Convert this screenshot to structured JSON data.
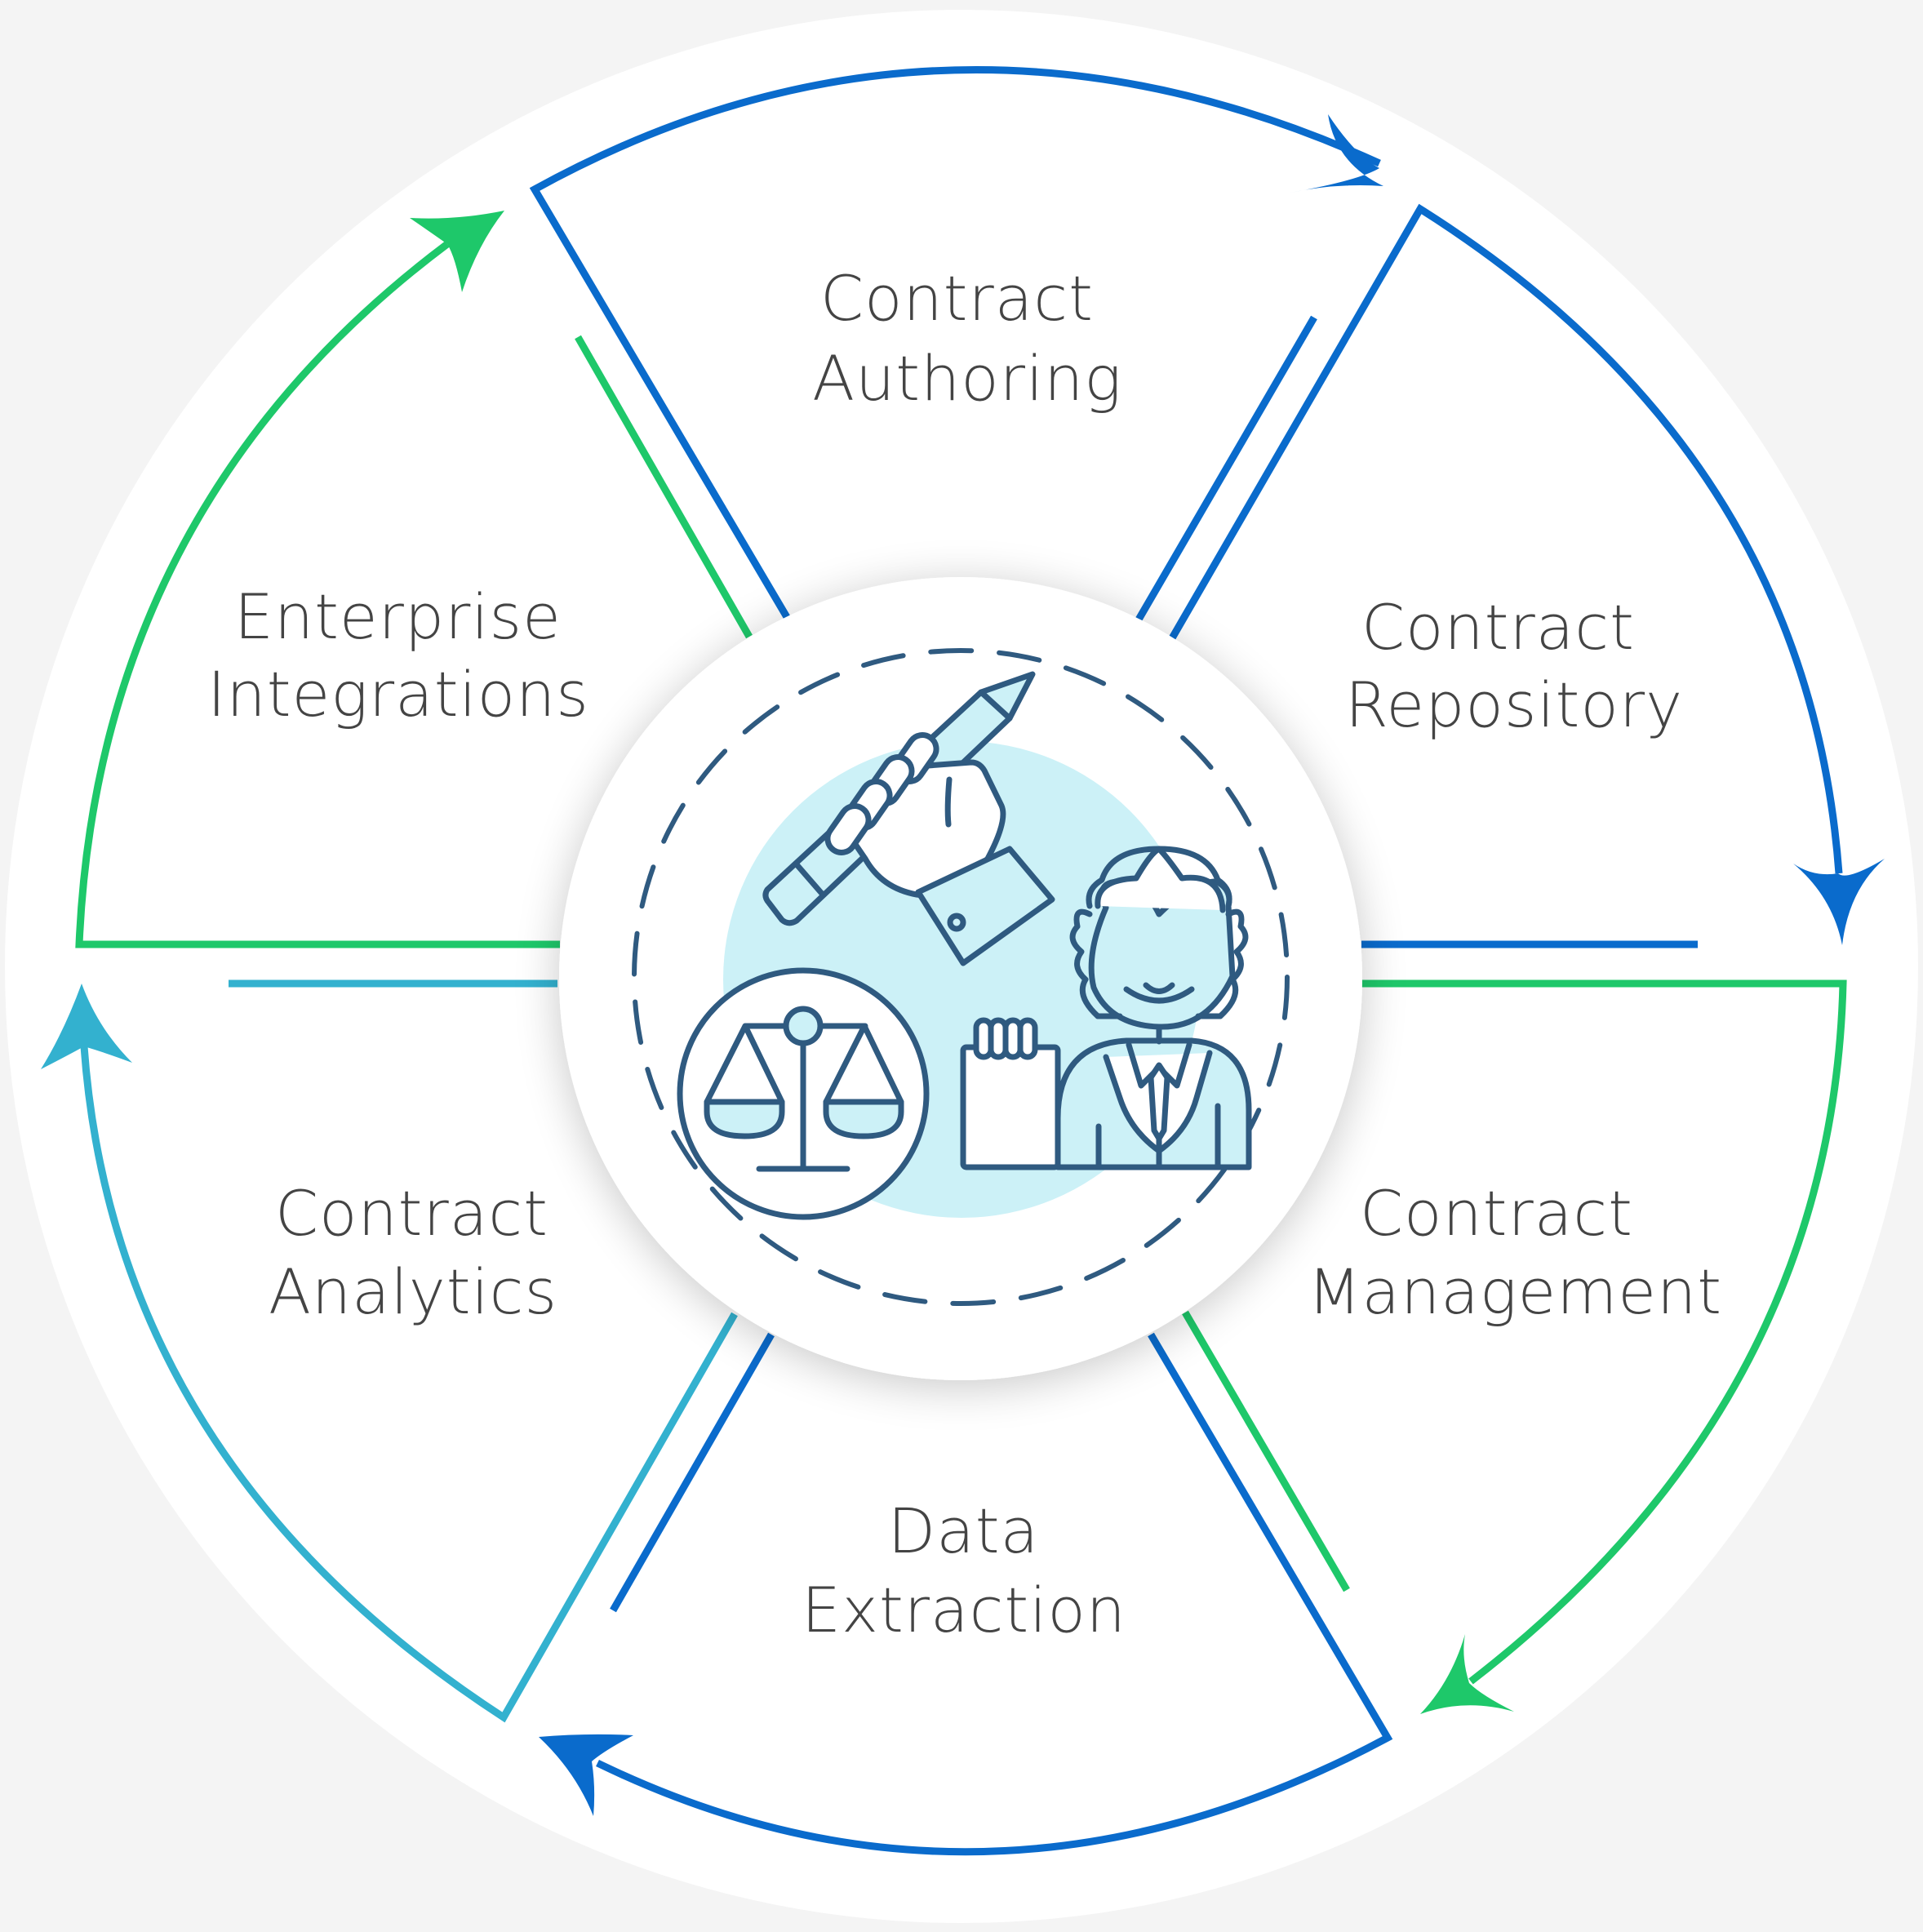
{
  "cycle": {
    "steps": [
      {
        "id": "contract-authoring",
        "line1": "Contract",
        "line2": "Authoring"
      },
      {
        "id": "contract-repository",
        "line1": "Contract",
        "line2": "Repository"
      },
      {
        "id": "contract-management",
        "line1": "Contract",
        "line2": "Management"
      },
      {
        "id": "data-extraction",
        "line1": "Data",
        "line2": "Extraction"
      },
      {
        "id": "contract-analytics",
        "line1": "Contract",
        "line2": "Analytics"
      },
      {
        "id": "enterprise-integrations",
        "line1": "Enterprise",
        "line2": "Integrations"
      }
    ]
  },
  "center": {
    "icon": "legal-contract-icon"
  },
  "colors": {
    "blue": "#0a6bcc",
    "green": "#1ec86a",
    "teal": "#33b1cf",
    "icon_stroke": "#2f5a80",
    "icon_fill": "#ccf1f7",
    "label": "#444444",
    "background": "#f4f4f4",
    "wheel": "#ffffff"
  }
}
